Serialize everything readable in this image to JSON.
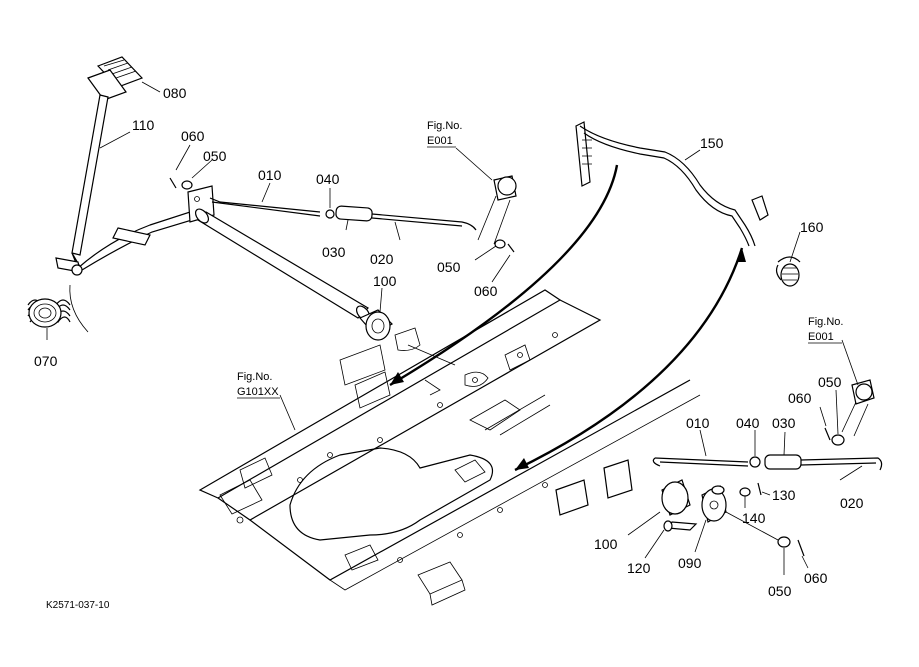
{
  "part_labels": [
    {
      "id": "p080",
      "text": "080"
    },
    {
      "id": "p110",
      "text": "110"
    },
    {
      "id": "p060a",
      "text": "060"
    },
    {
      "id": "p050a",
      "text": "050"
    },
    {
      "id": "p010a",
      "text": "010"
    },
    {
      "id": "p040a",
      "text": "040"
    },
    {
      "id": "p030a",
      "text": "030"
    },
    {
      "id": "p020a",
      "text": "020"
    },
    {
      "id": "p050b",
      "text": "050"
    },
    {
      "id": "p060b",
      "text": "060"
    },
    {
      "id": "p100a",
      "text": "100"
    },
    {
      "id": "p070",
      "text": "070"
    },
    {
      "id": "p150",
      "text": "150"
    },
    {
      "id": "p160",
      "text": "160"
    },
    {
      "id": "p060c",
      "text": "060"
    },
    {
      "id": "p050c",
      "text": "050"
    },
    {
      "id": "p010b",
      "text": "010"
    },
    {
      "id": "p040b",
      "text": "040"
    },
    {
      "id": "p030b",
      "text": "030"
    },
    {
      "id": "p130",
      "text": "130"
    },
    {
      "id": "p140",
      "text": "140"
    },
    {
      "id": "p020b",
      "text": "020"
    },
    {
      "id": "p100b",
      "text": "100"
    },
    {
      "id": "p120",
      "text": "120"
    },
    {
      "id": "p090",
      "text": "090"
    },
    {
      "id": "p050d",
      "text": "050"
    },
    {
      "id": "p060d",
      "text": "060"
    }
  ],
  "figure_refs": [
    {
      "id": "e001a",
      "line1": "Fig.No.",
      "line2": "E001"
    },
    {
      "id": "e001b",
      "line1": "Fig.No.",
      "line2": "E001"
    },
    {
      "id": "g101",
      "line1": "Fig.No.",
      "line2": "G101XX"
    }
  ],
  "drawing_code": "K2571-037-10"
}
